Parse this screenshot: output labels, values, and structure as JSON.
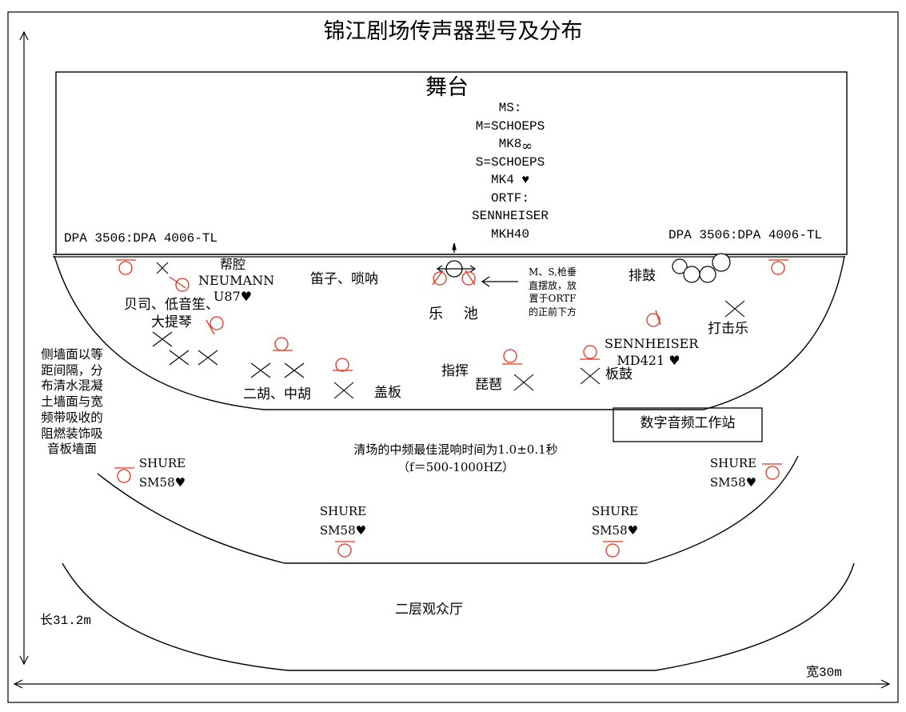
{
  "title": "锦江剧场传声器型号及分布",
  "stage": {
    "label": "舞台",
    "ms_lines": [
      "MS:",
      "M=SCHOEPS",
      "MK8",
      "S=SCHOEPS",
      "MK4 ♥",
      "ORTF:",
      "SENNHEISER",
      "MKH40"
    ],
    "left_mics": "DPA 3506:DPA 4006-TL",
    "right_mics": "DPA 3506:DPA 4006-TL"
  },
  "pit": {
    "label": "乐 池",
    "bangqiang": [
      "帮腔",
      "NEUMANN",
      "U87♥"
    ],
    "dizi": "笛子、唢呐",
    "beisi": [
      "贝司、低音笙、",
      "大提琴"
    ],
    "paigu": "排鼓",
    "dajiyue": "打击乐",
    "sennheiser": [
      "SENNHEISER",
      "MD421 ♥"
    ],
    "zhihui": "指挥",
    "pipa": "琵琶",
    "bangu": "板鼓",
    "erhu": "二胡、中胡",
    "gaiban": "盖板",
    "note": [
      "M、S,枪垂",
      "直摆放，放",
      "置于ORTF",
      "的正前下方"
    ]
  },
  "side_wall": [
    "侧墙面以等",
    "距间隔，分",
    "布清水混凝",
    "土墙面与宽",
    "频带吸收的",
    "阻燃装饰吸",
    "音板墙面"
  ],
  "workstation": "数字音频工作站",
  "reverb": [
    "清场的中频最佳混响时间为1.0±0.1秒",
    "（f＝500-1000HZ）"
  ],
  "shure": [
    "SHURE",
    "SM58♥"
  ],
  "balcony": "二层观众厅",
  "length": "长31.2m",
  "width": "宽30m",
  "colors": {
    "mic": "#e8311e",
    "line": "#000000"
  }
}
